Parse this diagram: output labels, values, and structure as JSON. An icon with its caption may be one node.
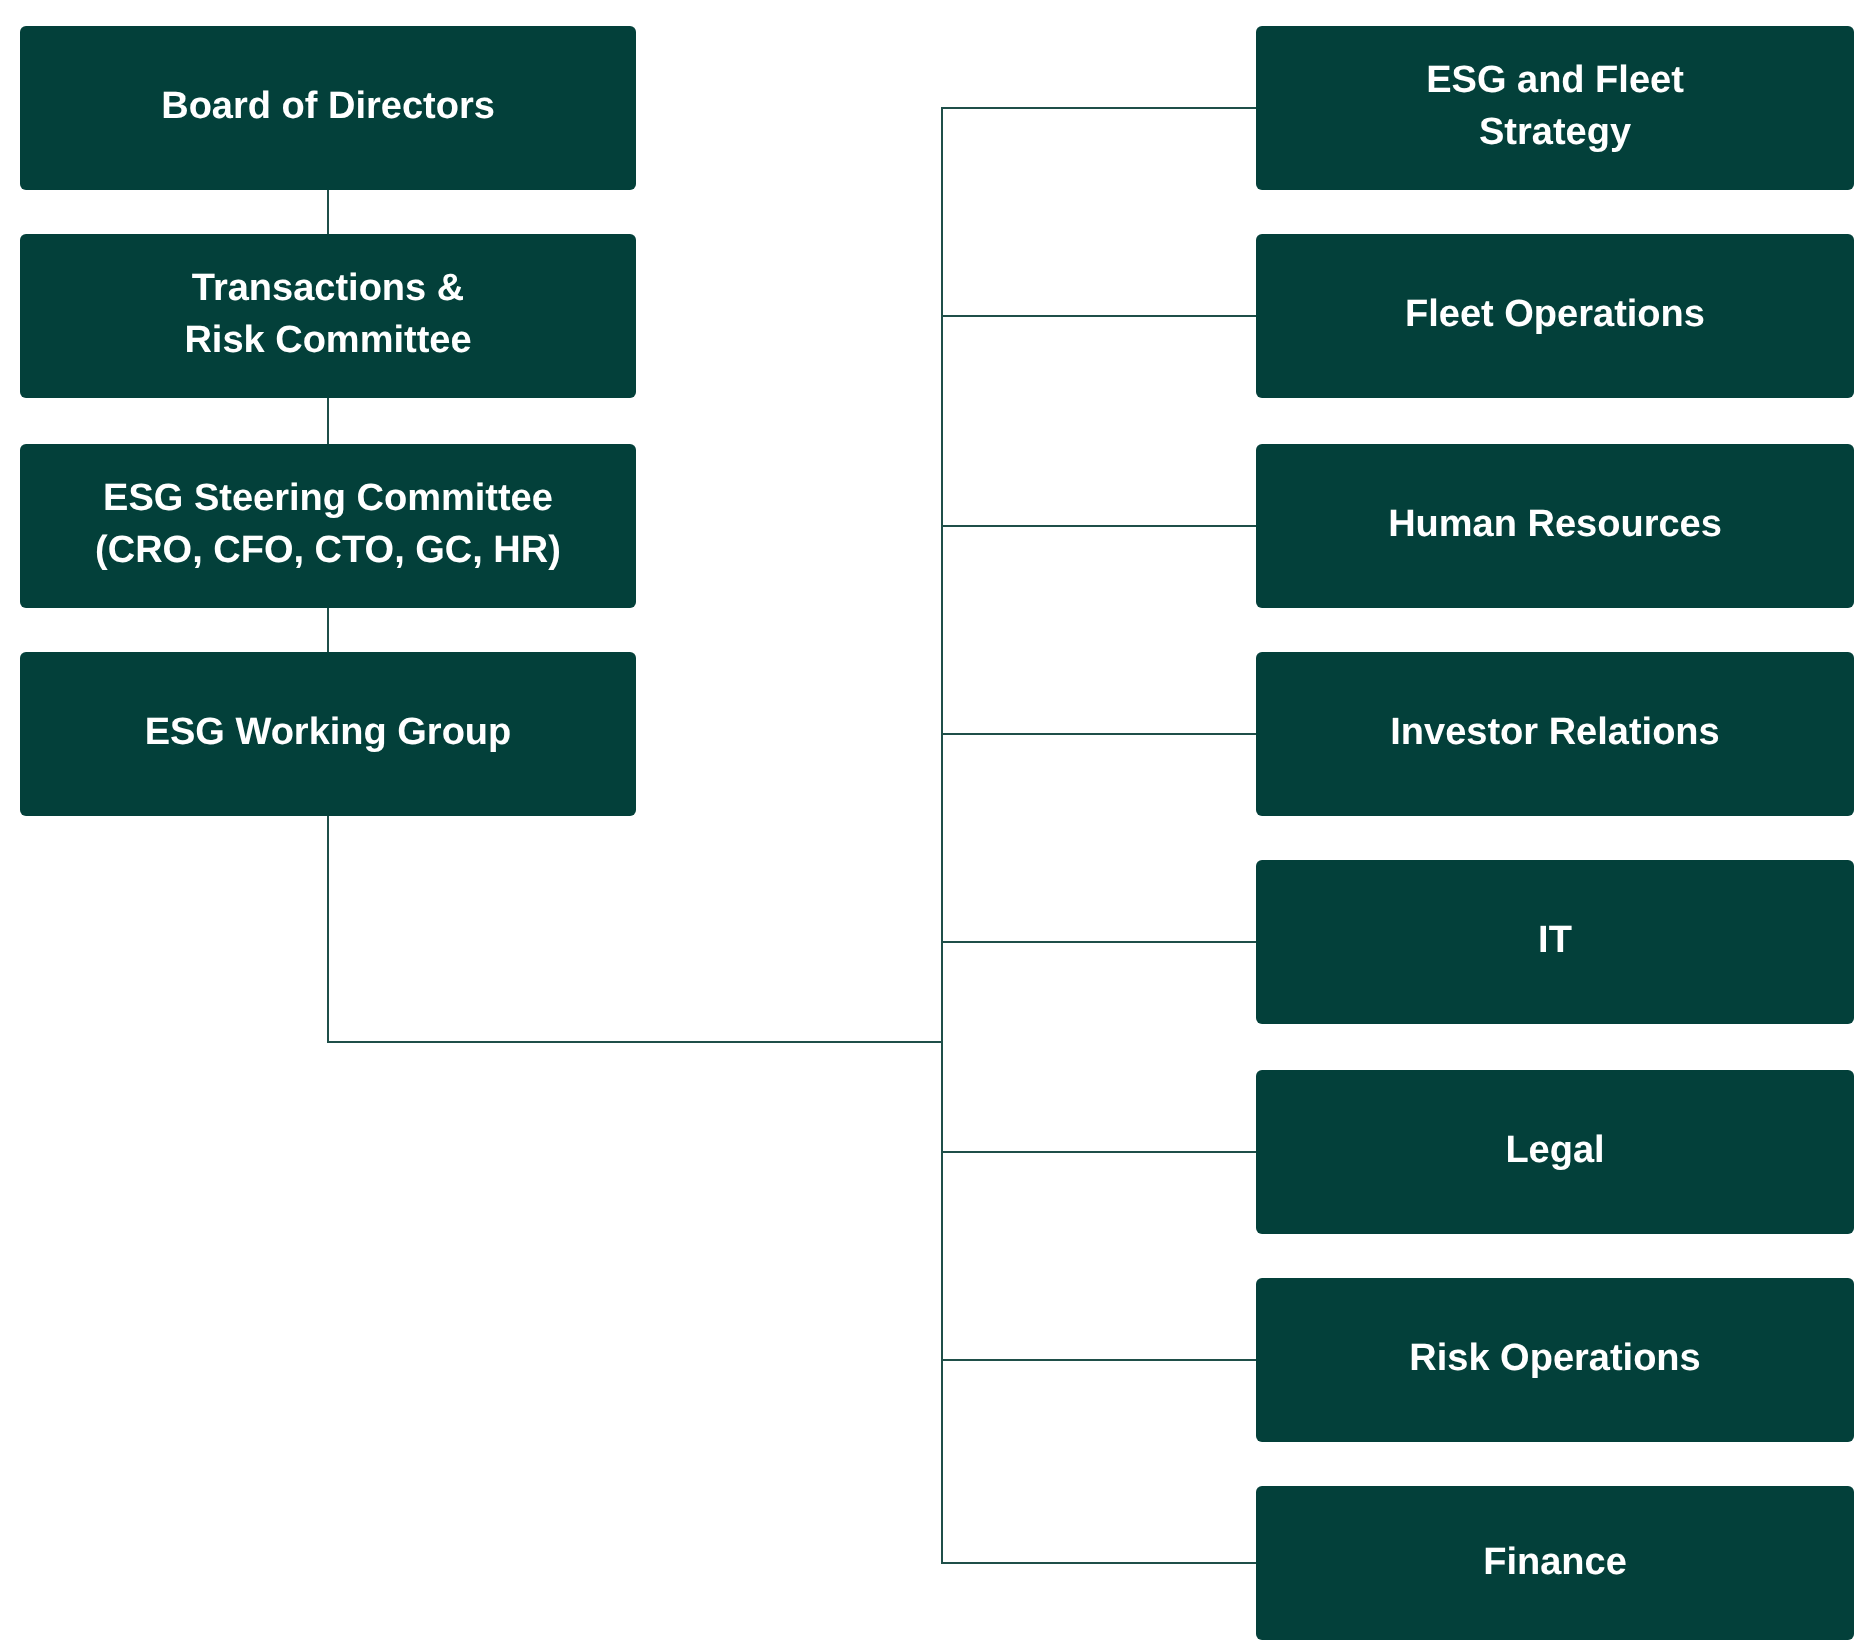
{
  "diagram": {
    "nodes": [
      {
        "text": [
          "Board of Directors"
        ]
      },
      {
        "text": [
          "Transactions & Risk Committee"
        ]
      },
      {
        "text": [
          "ESG Steering Committee (CRO, CFO, CTO, GC, HR)"
        ]
      },
      {
        "text": [
          "ESG Working Group"
        ]
      },
      {
        "text": [
          "ESG and Fleet Strategy"
        ]
      },
      {
        "text": [
          "Fleet Operations"
        ]
      },
      {
        "text": [
          "Human Resources"
        ]
      },
      {
        "text": [
          "Investor Relations"
        ]
      },
      {
        "text": [
          "IT"
        ]
      },
      {
        "text": [
          "Legal"
        ]
      },
      {
        "text": [
          "Risk Operations"
        ]
      },
      {
        "text": [
          "Finance"
        ]
      }
    ],
    "edges": [
      {
        "from": 0,
        "to": 1,
        "arrow": "none"
      },
      {
        "from": 1,
        "to": 2,
        "arrow": "none"
      },
      {
        "from": 2,
        "to": 3,
        "arrow": "none"
      },
      {
        "from": 3,
        "to": 4,
        "arrow": "none"
      },
      {
        "from": 3,
        "to": 5,
        "arrow": "none"
      },
      {
        "from": 3,
        "to": 6,
        "arrow": "none"
      },
      {
        "from": 3,
        "to": 7,
        "arrow": "none"
      },
      {
        "from": 3,
        "to": 8,
        "arrow": "none"
      },
      {
        "from": 3,
        "to": 9,
        "arrow": "none"
      },
      {
        "from": 3,
        "to": 10,
        "arrow": "none"
      },
      {
        "from": 3,
        "to": 11,
        "arrow": "none"
      }
    ]
  }
}
